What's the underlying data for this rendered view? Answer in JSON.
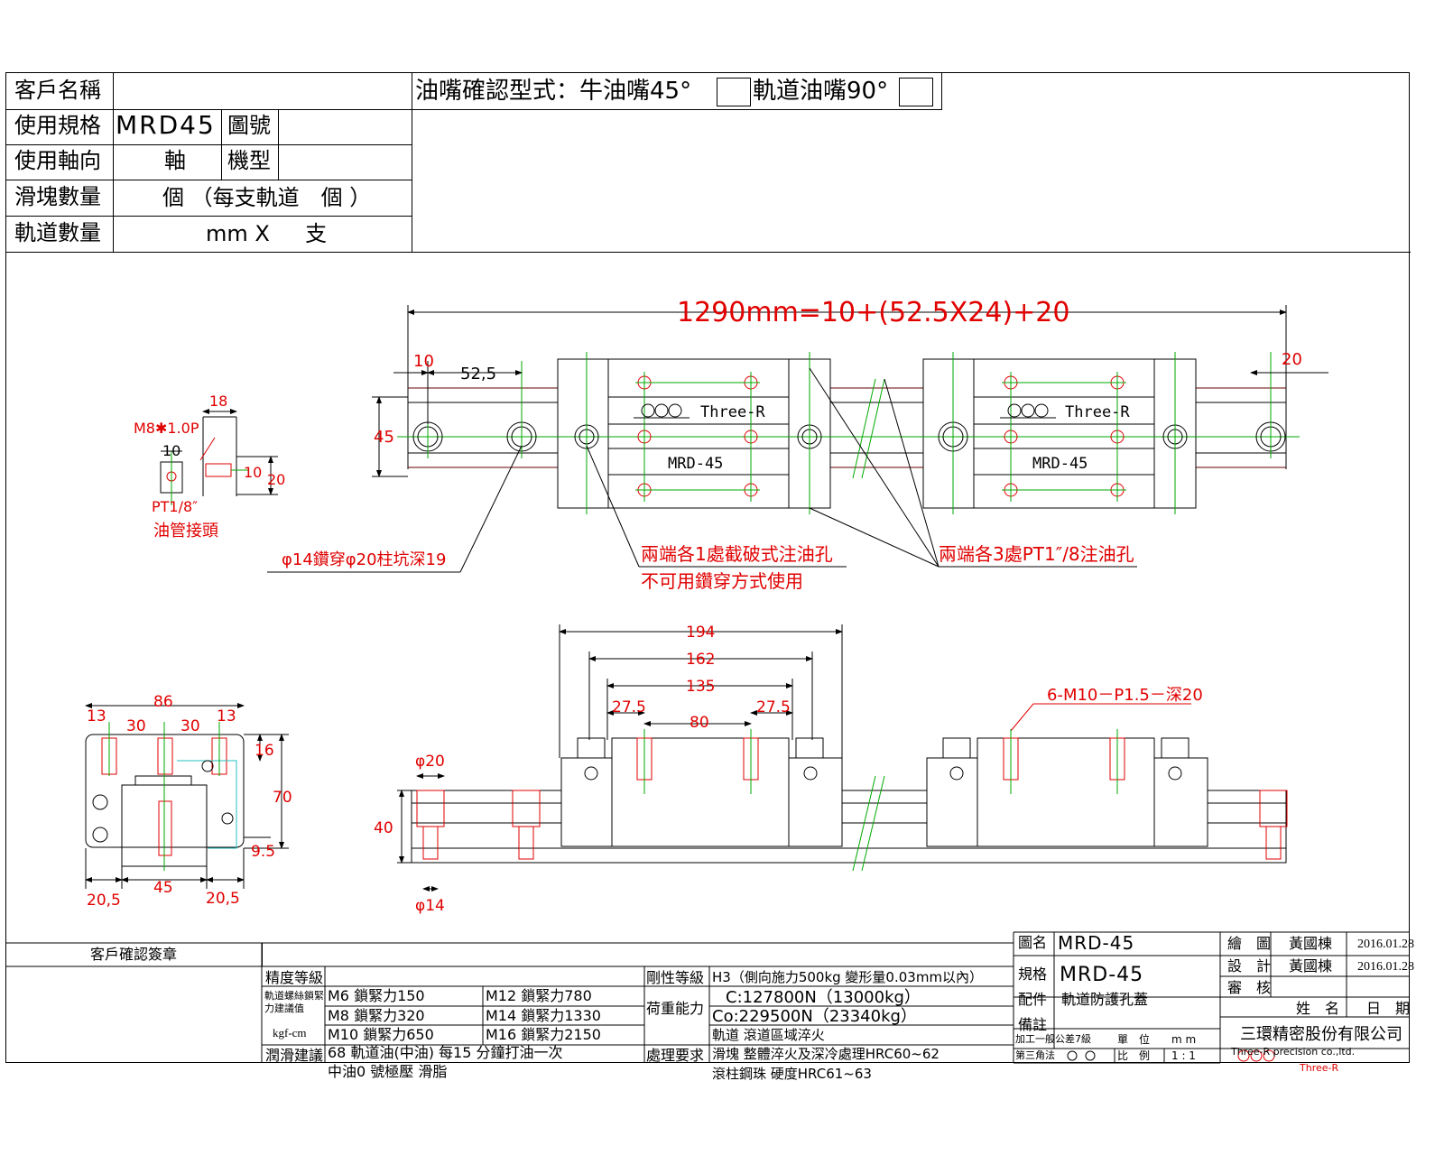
{
  "header": {
    "customer_name_label": "客戶名稱",
    "oil_nipple_text": "油嘴確認型式：牛油嘴45°",
    "rail_nipple_text": "軌道油嘴90°",
    "spec_label": "使用規格",
    "spec_value": "MRD45",
    "drawing_no_label": "圖號",
    "axis_label": "使用軸向",
    "axis_value": "軸",
    "model_label": "機型",
    "block_qty_label": "滑塊數量",
    "block_qty_value": "個 （每支軌道　個 ）",
    "rail_qty_label": "軌道數量",
    "rail_qty_value": "mm X 　 支"
  },
  "top_view": {
    "total_length": "1290mm=10+(52.5X24)+20",
    "dim_10": "10",
    "dim_52_5": "52,5",
    "dim_20": "20",
    "dim_45": "45",
    "brand": "Three-R",
    "model": "MRD-45",
    "note_counterbore": "φ14鑽穿φ20柱坑深19",
    "note_grease1": "兩端各1處截破式注油孔",
    "note_grease1b": "不可用鑽穿方式使用",
    "note_grease3": "兩端各3處PT1″/8注油孔"
  },
  "fitting": {
    "dim_18": "18",
    "thread": "M8✱1.0P",
    "dim_10a": "10",
    "dim_10b": "10",
    "dim_20": "20",
    "pt": "PT1/8″",
    "label": "油管接頭"
  },
  "end_view": {
    "dim_86": "86",
    "dim_13a": "13",
    "dim_30a": "30",
    "dim_30b": "30",
    "dim_13b": "13",
    "dim_16": "16",
    "dim_70": "70",
    "dim_9_5": "9.5",
    "dim_20_5a": "20,5",
    "dim_45": "45",
    "dim_20_5b": "20,5"
  },
  "side_view": {
    "dim_194": "194",
    "dim_162": "162",
    "dim_135": "135",
    "dim_27_5a": "27.5",
    "dim_80": "80",
    "dim_27_5b": "27.5",
    "tap_note": "6-M10－P1.5－深20",
    "phi20": "φ20",
    "dim_40": "40",
    "phi14": "φ14"
  },
  "title_block": {
    "customer_sign": "客戶確認簽章",
    "precision_label": "精度等級",
    "bolt_label": "軌道螺絲鎖緊力建議值",
    "kgf_cm": "kgf-cm",
    "m6": "M6 鎖緊力150",
    "m12": "M12 鎖緊力780",
    "m8": "M8 鎖緊力320",
    "m14": "M14 鎖緊力1330",
    "m10": "M10 鎖緊力650",
    "m16": "M16 鎖緊力2150",
    "lube_label": "潤滑建議",
    "lube1": "68 軌道油(中油) 每15 分鐘打油一次",
    "lube2": "中油0 號極壓 滑脂",
    "rigidity_label": "剛性等級",
    "rigidity_value": "H3（側向施力500kg 變形量0.03mm以內）",
    "load_label": "荷重能力",
    "c_value": "C:127800N（13000kg）",
    "co_value": "Co:229500N（23340kg）",
    "treat_label": "處理要求",
    "treat1": "軌道 滾道區域淬火",
    "treat2": "滑塊 整體淬火及深冷處理HRC60~62",
    "treat3": "滾柱鋼珠 硬度HRC61~63",
    "name_label": "圖名",
    "name_value": "MRD-45",
    "spec_label": "規格",
    "spec_value": "MRD-45",
    "part_label": "配件",
    "part_value": "軌道防護孔蓋",
    "remark_label": "備註",
    "tolerance": "加工一般公差7級",
    "projection": "第三角法",
    "unit_label": "單　位",
    "unit_value": "m m",
    "scale_label": "比　例",
    "scale_value": "1 : 1",
    "drawn_label": "繪　圖",
    "drawn_name": "黃國棟",
    "drawn_date": "2016.01.28",
    "design_label": "設　計",
    "design_name": "黃國棟",
    "design_date": "2016.01.28",
    "check_label": "審　核",
    "col_name": "姓　名",
    "col_date": "日　期",
    "company": "三環精密股份有限公司",
    "company_en": "Three-R precision co.,ltd.",
    "logo_text": "Three-R"
  }
}
